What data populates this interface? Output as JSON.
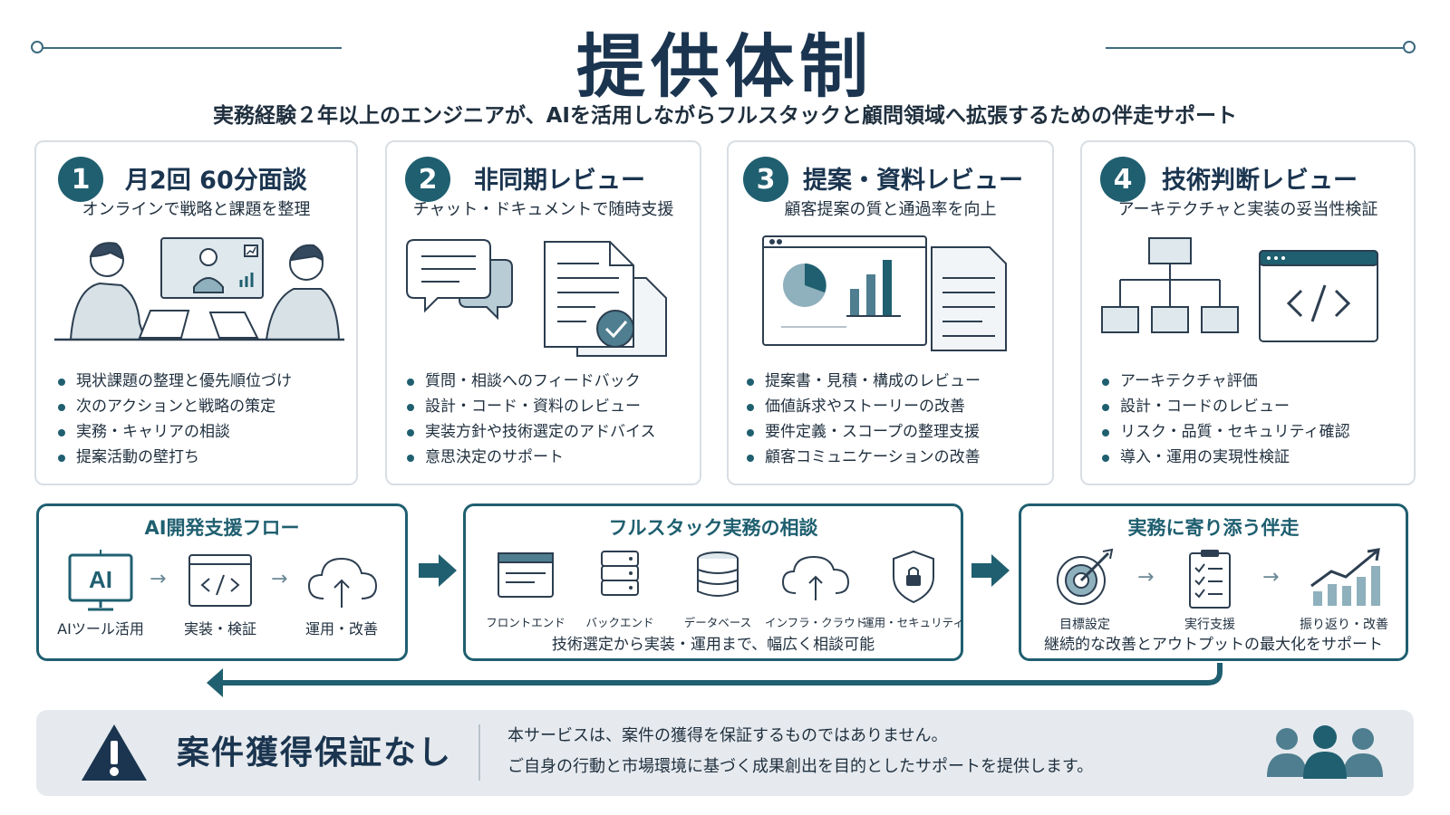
{
  "header": {
    "title": "提供体制",
    "subtitle": "実務経験２年以上のエンジニアが、AIを活用しながらフルスタックと顧問領域へ拡張するための伴走サポート"
  },
  "cards": [
    {
      "number": "1",
      "title": "月2回 60分面談",
      "subtitle": "オンラインで戦略と課題を整理",
      "items": [
        "現状課題の整理と優先順位づけ",
        "次のアクションと戦略の策定",
        "実務・キャリアの相談",
        "提案活動の壁打ち"
      ]
    },
    {
      "number": "2",
      "title": "非同期レビュー",
      "subtitle": "チャット・ドキュメントで随時支援",
      "items": [
        "質問・相談へのフィードバック",
        "設計・コード・資料のレビュー",
        "実装方針や技術選定のアドバイス",
        "意思決定のサポート"
      ]
    },
    {
      "number": "3",
      "title": "提案・資料レビュー",
      "subtitle": "顧客提案の質と通過率を向上",
      "items": [
        "提案書・見積・構成のレビュー",
        "価値訴求やストーリーの改善",
        "要件定義・スコープの整理支援",
        "顧客コミュニケーションの改善"
      ]
    },
    {
      "number": "4",
      "title": "技術判断レビュー",
      "subtitle": "アーキテクチャと実装の妥当性検証",
      "items": [
        "アーキテクチャ評価",
        "設計・コードのレビュー",
        "リスク・品質・セキュリティ確認",
        "導入・運用の実現性検証"
      ]
    }
  ],
  "flows": {
    "ai": {
      "title": "AI開発支援フロー",
      "icon_text": "AI",
      "steps": [
        "AIツール活用",
        "実装・検証",
        "運用・改善"
      ]
    },
    "fullstack": {
      "title": "フルスタック実務の相談",
      "areas": [
        "フロントエンド",
        "バックエンド",
        "データベース",
        "インフラ・クラウド",
        "運用・セキュリティ"
      ],
      "caption": "技術選定から実装・運用まで、幅広く相談可能"
    },
    "support": {
      "title": "実務に寄り添う伴走",
      "steps": [
        "目標設定",
        "実行支援",
        "振り返り・改善"
      ],
      "caption": "継続的な改善とアウトプットの最大化をサポート"
    }
  },
  "notice": {
    "title": "案件獲得保証なし",
    "line1": "本サービスは、案件の獲得を保証するものではありません。",
    "line2": "ご自身の行動と市場環境に基づく成果創出を目的としたサポートを提供します。"
  },
  "colors": {
    "primary": "#1f5f70",
    "navy": "#1b3550",
    "accent_gray": "#6b8896",
    "card_border": "#d9dee3",
    "notice_bg": "#e6eaee"
  }
}
